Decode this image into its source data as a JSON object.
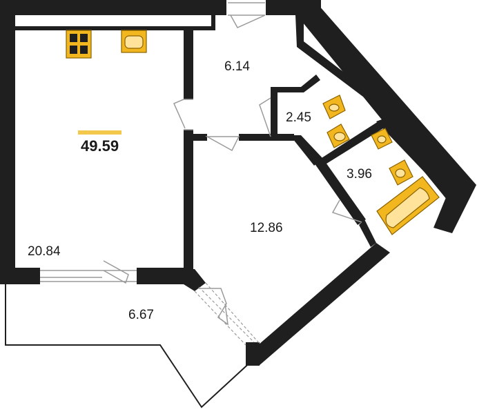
{
  "plan": {
    "total_area": "49.59",
    "accent_color": "#f2c94c",
    "rooms": [
      {
        "id": "living-room",
        "area": "20.84"
      },
      {
        "id": "hallway",
        "area": "6.14"
      },
      {
        "id": "toilet",
        "area": "2.45"
      },
      {
        "id": "bathroom",
        "area": "3.96"
      },
      {
        "id": "bedroom",
        "area": "12.86"
      },
      {
        "id": "balcony",
        "area": "6.67"
      }
    ]
  }
}
